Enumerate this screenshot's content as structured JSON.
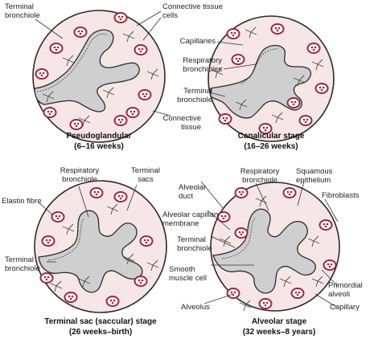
{
  "colors": {
    "lumen": "#cfcfcf",
    "tissue": "#f6e6e8",
    "outline": "#2b2b2b",
    "cell_nucleus": "#a0243a",
    "cell_body": "#ffffff",
    "fibre": "#4a4a4a"
  },
  "panels": {
    "pseudoglandular": {
      "caption_stage": "Pseudoglandular",
      "caption_age": "(6–16 weeks)",
      "labels": {
        "terminal_bronchiole": "Terminal\nbronchiole",
        "connective_tissue_cells": "Connective tissue\ncells",
        "connective_tissue": "Connective\ntissue"
      }
    },
    "canalicular": {
      "caption_stage": "Canalicular stage",
      "caption_age": "(16–26 weeks)",
      "labels": {
        "capillaries": "Capillaries",
        "respiratory_bronchioles": "Respiratory\nbronchioles",
        "terminal_bronchiole": "Terminal\nbronchiole"
      }
    },
    "terminal_sac": {
      "caption_stage": "Terminal sac (saccular) stage",
      "caption_age": "(26 weeks–birth)",
      "labels": {
        "respiratory_bronchiole": "Respiratory\nbronchiole",
        "terminal_sacs": "Terminal\nsacs",
        "elastin_fibre": "Elastin fibre",
        "terminal_bronchiole": "Terminal\nbronchiole"
      }
    },
    "alveolar": {
      "caption_stage": "Alveolar stage",
      "caption_age": "(32 weeks–8 years)",
      "labels": {
        "alveolar_duct": "Alveolar\nduct",
        "respiratory_bronchiole": "Respiratory\nbronchiole",
        "squamous_epithelium": "Squamous\nepithelium",
        "fibroblasts": "Fibroblasts",
        "alveolar_capillary_membrane": "Alveolar capillary\nmembrane",
        "terminal_bronchiole": "Terminal\nbronchiole",
        "smooth_muscle_cell": "Smooth\nmuscle cell",
        "primordial_alveoli": "Primordial\nalveoli",
        "alveolus": "Alveolus",
        "capillary": "Capillary"
      }
    }
  }
}
